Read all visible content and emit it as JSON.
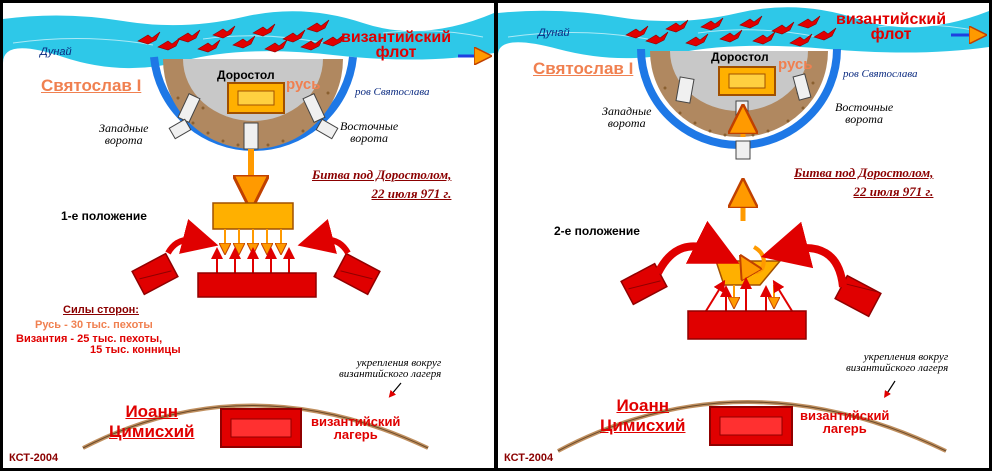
{
  "panels": [
    {
      "river": "Дунай",
      "fleet": [
        "византийский",
        "флот"
      ],
      "prince": "Святослав I",
      "city": "Доростол",
      "rus": "русь",
      "moat": "ров Святослава",
      "west_gate": [
        "Западные",
        "ворота"
      ],
      "east_gate": [
        "Восточные",
        "ворота"
      ],
      "battle": [
        "Битва под Доростолом,",
        "22 июля 971 г."
      ],
      "position": "1-е положение",
      "forces": {
        "title": "Силы сторон:",
        "rus": "Русь - 30 тыс. пехоты",
        "byz": [
          "Византия - 25 тыс. пехоты,",
          "15 тыс. конницы"
        ]
      },
      "fortifications": [
        "укрепления вокруг",
        "византийского лагеря"
      ],
      "emperor": [
        "Иоанн",
        "Цимисхий"
      ],
      "camp": [
        "византийский",
        "лагерь"
      ],
      "credit": "КСТ-2004"
    },
    {
      "river": "Дунай",
      "fleet": [
        "византийский",
        "флот"
      ],
      "prince": "Святослав I",
      "city": "Доростол",
      "rus": "русь",
      "moat": "ров Святослава",
      "west_gate": [
        "Западные",
        "ворота"
      ],
      "east_gate": [
        "Восточные",
        "ворота"
      ],
      "battle": [
        "Битва под Доростолом,",
        "22 июля 971 г."
      ],
      "position": "2-е положение",
      "fortifications": [
        "укрепления вокруг",
        "византийского лагеря"
      ],
      "emperor": [
        "Иоанн",
        "Цимисхий"
      ],
      "camp": [
        "византийский",
        "лагерь"
      ],
      "credit": "КСТ-2004"
    }
  ],
  "colors": {
    "river": "#2ec8e8",
    "moat": "#1e78e6",
    "fortress_wall": "#c8c8c8",
    "fortress_ground": "#b08860",
    "rus": "#ffb000",
    "byzantine": "#e00000",
    "arrow": "#ff9a00"
  }
}
